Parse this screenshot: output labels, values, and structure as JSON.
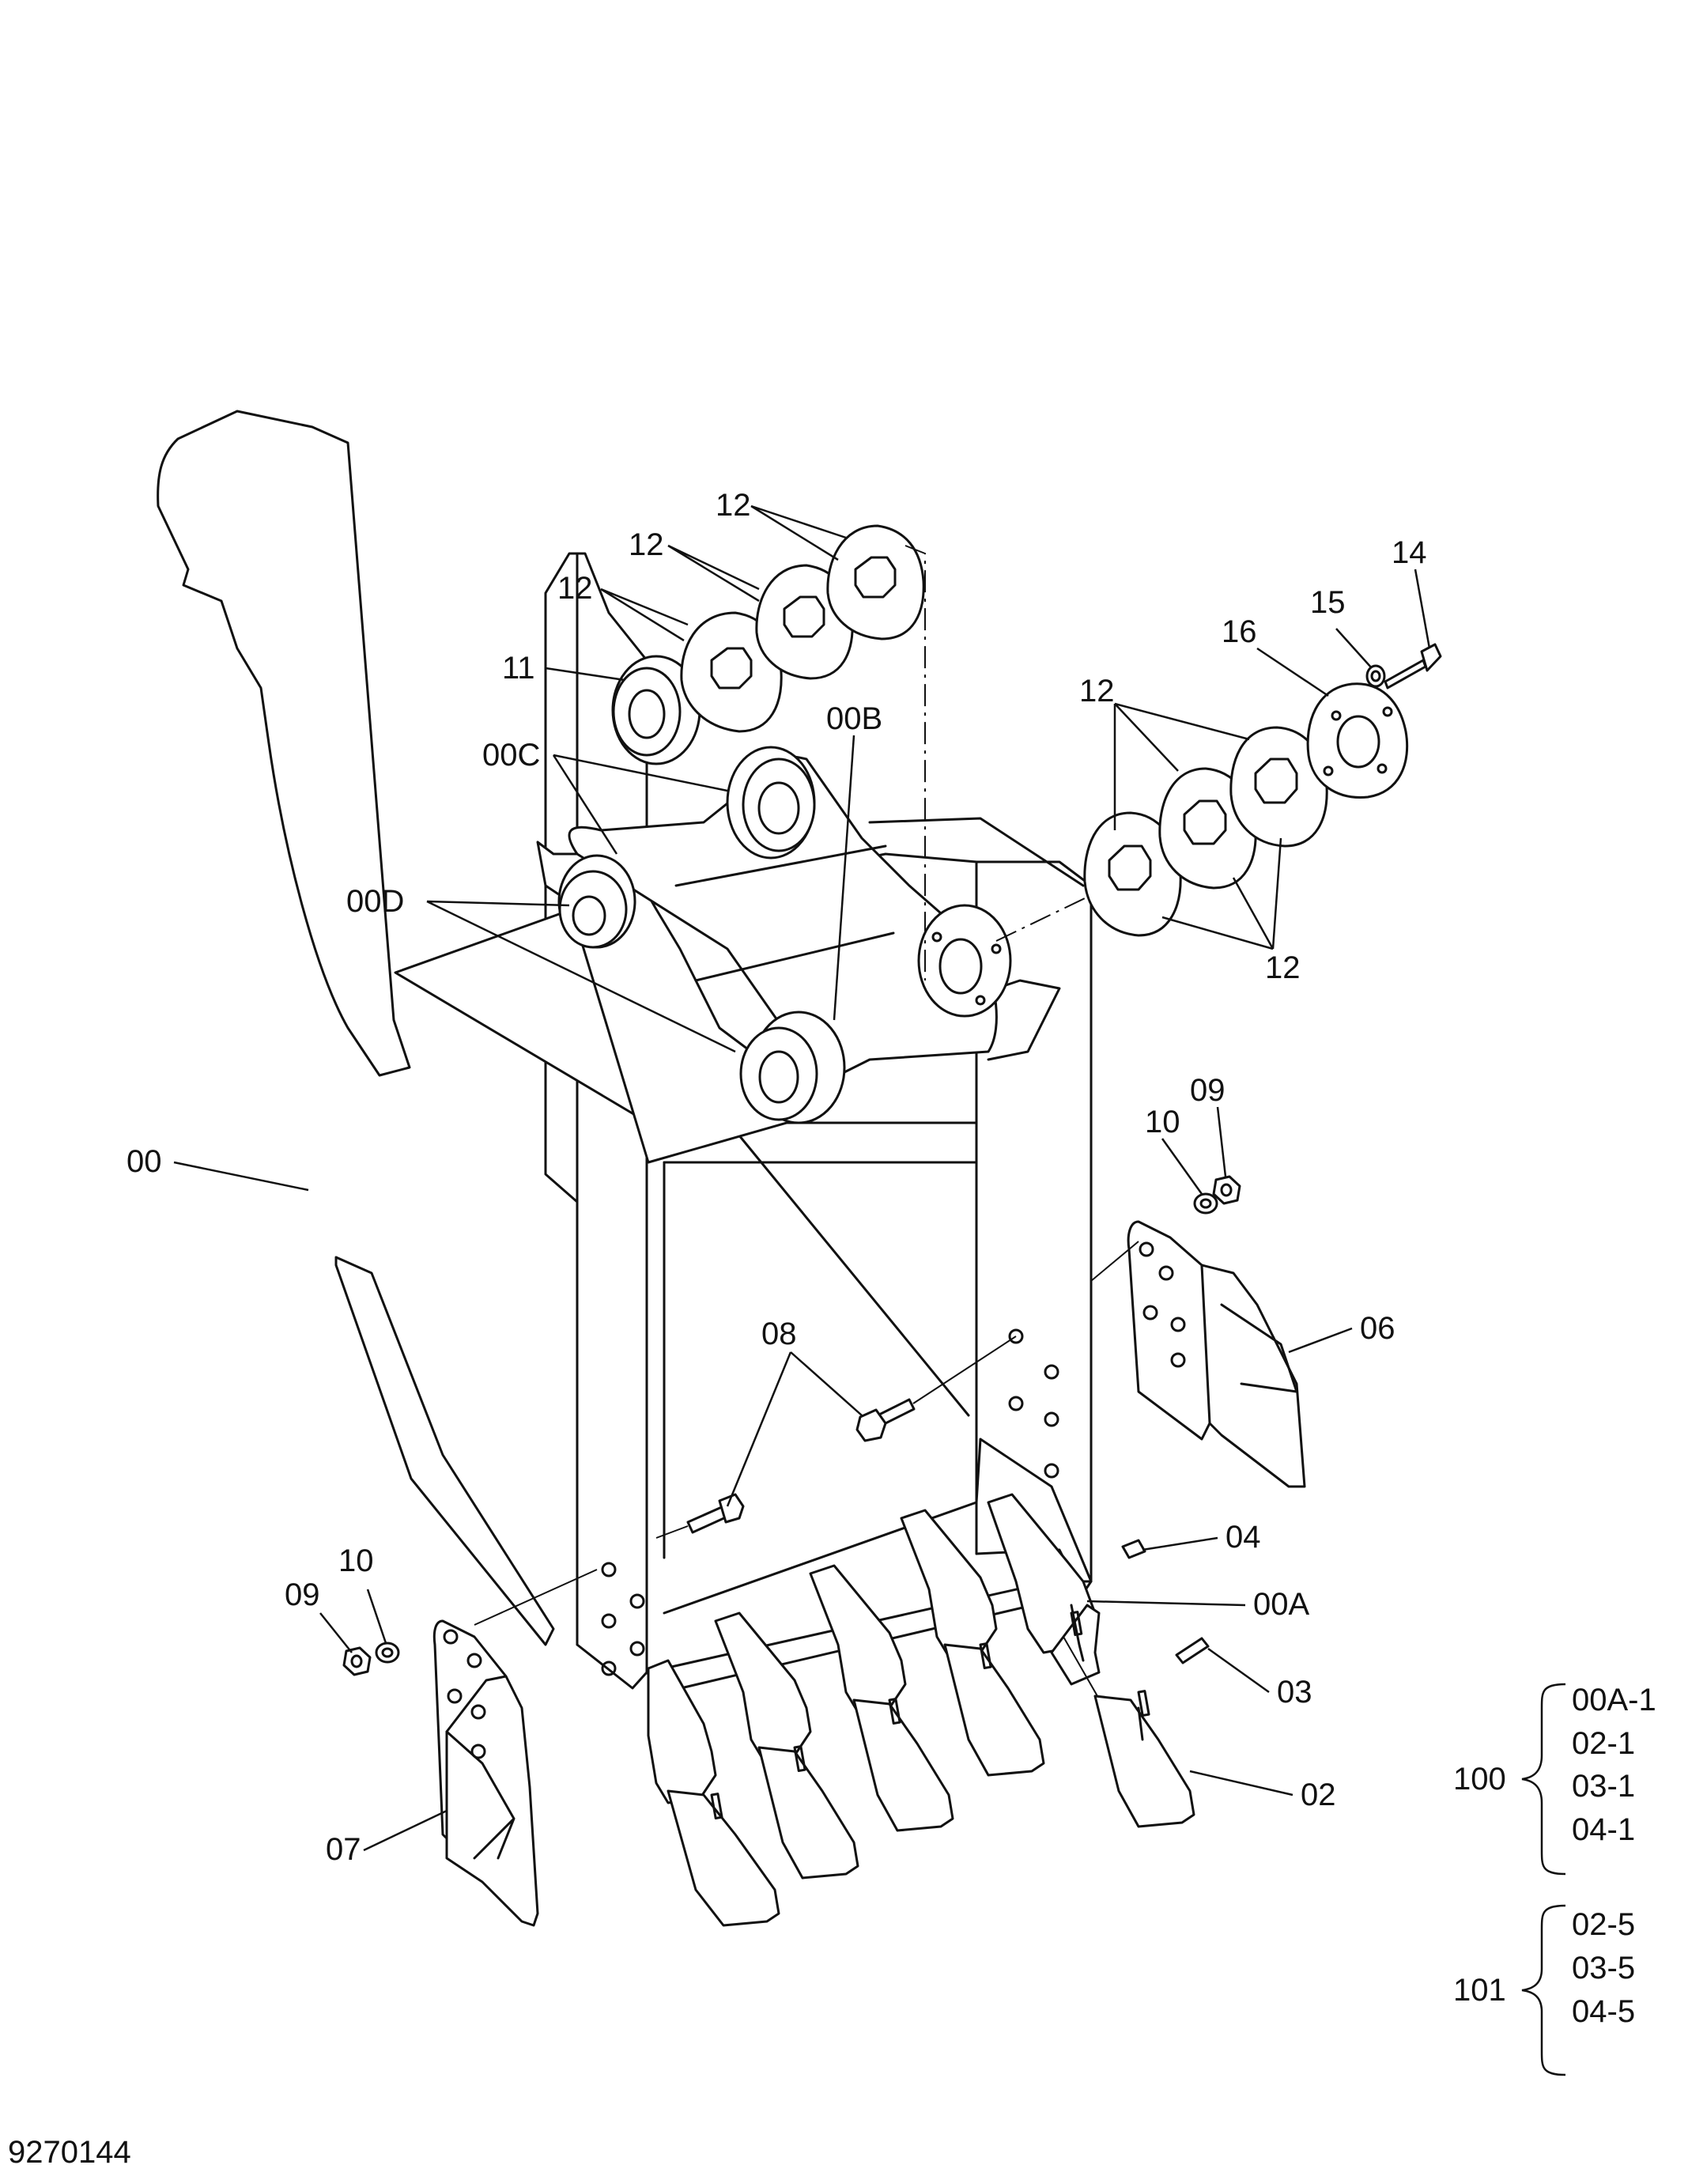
{
  "drawing_number": "9270144",
  "callouts": {
    "c_12_a": "12",
    "c_12_b": "12",
    "c_12_c": "12",
    "c_11": "11",
    "c_00C": "00C",
    "c_00B": "00B",
    "c_00D": "00D",
    "c_12_d": "12",
    "c_12_e": "12",
    "c_16": "16",
    "c_15": "15",
    "c_14": "14",
    "c_09_r": "09",
    "c_10_r": "10",
    "c_06": "06",
    "c_00": "00",
    "c_08": "08",
    "c_04": "04",
    "c_00A": "00A",
    "c_03": "03",
    "c_02": "02",
    "c_10_l": "10",
    "c_09_l": "09",
    "c_07": "07"
  },
  "kits": [
    {
      "number": "100",
      "items": [
        "00A-1",
        "02-1",
        "03-1",
        "04-1"
      ]
    },
    {
      "number": "101",
      "items": [
        "02-5",
        "03-5",
        "04-5"
      ]
    }
  ]
}
